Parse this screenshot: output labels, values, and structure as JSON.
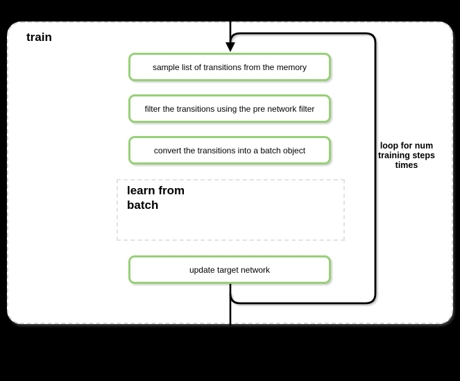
{
  "diagram": {
    "title": "train",
    "loop_annotation": "loop for num\ntraining steps\ntimes",
    "steps": [
      {
        "label": "sample list of transitions from the memory"
      },
      {
        "label": "filter the transitions using the pre network filter"
      },
      {
        "label": "convert the transitions into a batch object"
      }
    ],
    "subprocess": {
      "label": "learn from\nbatch"
    },
    "final_step": {
      "label": "update target network"
    },
    "colors": {
      "background": "#000000",
      "container_fill": "#ffffff",
      "container_border": "#d5d5d5",
      "step_border": "#97d077",
      "subprocess_border": "#e2e2e2",
      "connector": "#000000",
      "text": "#000000"
    }
  }
}
